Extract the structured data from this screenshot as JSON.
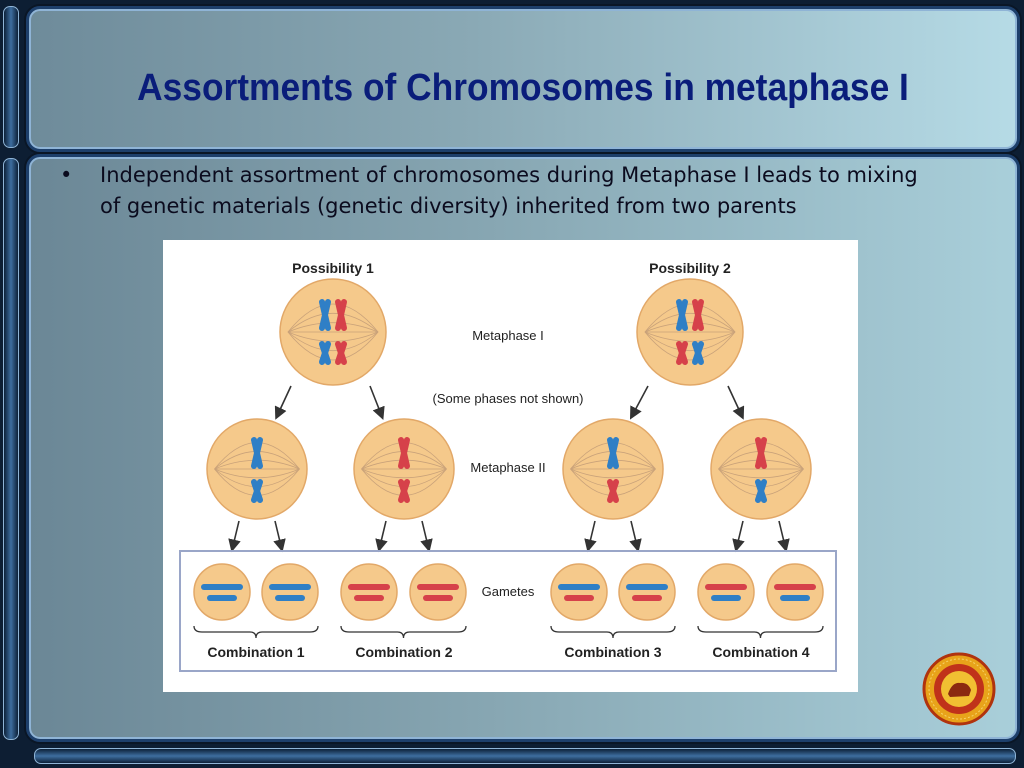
{
  "slide": {
    "title": "Assortments of Chromosomes in metaphase I",
    "bullet": "Independent assortment of chromosomes during Metaphase I leads to mixing of genetic materials (genetic diversity) inherited from two parents"
  },
  "figure": {
    "possibility_1": "Possibility 1",
    "possibility_2": "Possibility 2",
    "metaphase_1_label": "Metaphase I",
    "note": "(Some phases not shown)",
    "metaphase_2_label": "Metaphase II",
    "gametes_label": "Gametes",
    "combinations": [
      "Combination 1",
      "Combination 2",
      "Combination 3",
      "Combination 4"
    ]
  },
  "colors": {
    "title": "#0a1d7a",
    "cell": "#f5c98b",
    "blue_chromosome": "#2f7fc6",
    "red_chromosome": "#d6414a"
  }
}
